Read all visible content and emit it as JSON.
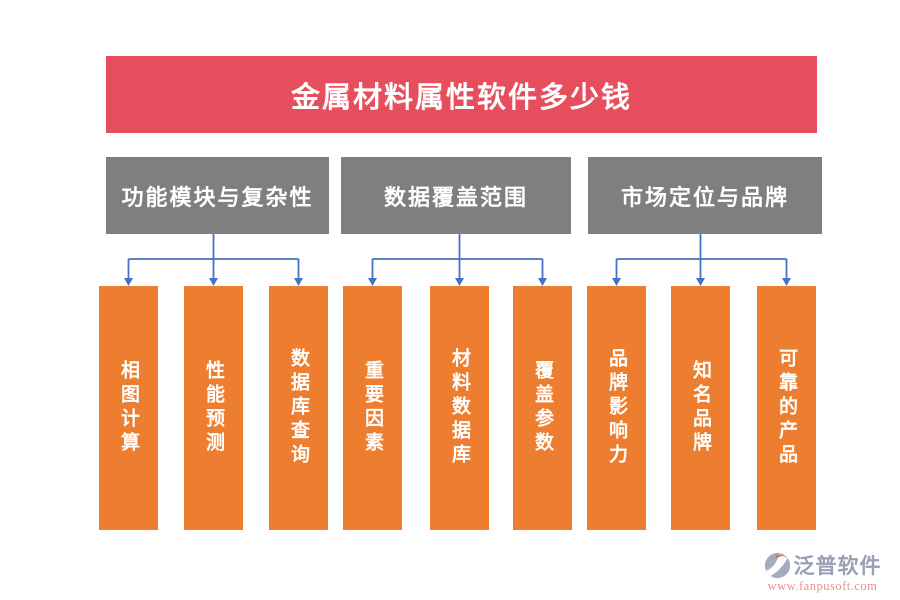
{
  "title": "金属材料属性软件多少钱",
  "groups": [
    {
      "header": "功能模块与复杂性",
      "items": [
        "相图计算",
        "性能预测",
        "数据库查询"
      ]
    },
    {
      "header": "数据覆盖范围",
      "items": [
        "重要因素",
        "材料数据库",
        "覆盖参数"
      ]
    },
    {
      "header": "市场定位与品牌",
      "items": [
        "品牌影响力",
        "知名品牌",
        "可靠的产品"
      ]
    }
  ],
  "watermark": {
    "brand": "泛普软件",
    "url": "www.fanpusoft.com"
  },
  "colors": {
    "banner": "#e64d5d",
    "header_box": "#7f7f7f",
    "item_box": "#ee7e2f",
    "connector": "#4472c4",
    "watermark_brand": "#98a0b4",
    "watermark_url": "#e4928f"
  }
}
